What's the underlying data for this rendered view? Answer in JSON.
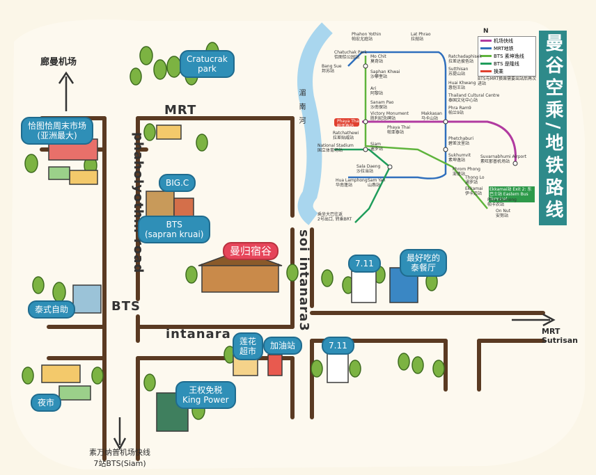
{
  "side_title": "曼谷空乘/地铁路线",
  "labels": {
    "airport_top": "廊曼机场",
    "mrt": "MRT",
    "bts": "BTS",
    "road_vertical": "phaholyothin road",
    "road_horizontal": "intanara",
    "soi": "soi intanara3",
    "mrt_sutrisan": "MRT\nSutrisan",
    "airport_bottom": "素万纳普机场快线\n7站BTS(Siam)"
  },
  "bubbles": {
    "chatuchak": "Cratucrak\npark",
    "weekend_market": "恰图恰周末市场\n(亚洲最大)",
    "bigc": "BIG.C",
    "bts_saphan": "BTS\n(sapran kruai)",
    "hostel": "曼归宿谷",
    "thai_buffet": "泰式自助",
    "night_market": "夜市",
    "seven_a": "7.11",
    "seven_b": "7.11",
    "best_food": "最好吃的\n泰餐厅",
    "lotus": "莲花\n超市",
    "gas": "加油站",
    "kingpower": "王权免税\nKing Power"
  },
  "metro": {
    "legend": [
      "机场快线",
      "MRT地铁",
      "BTS 素坤逸线",
      "BTS 是隆线",
      "换乘"
    ],
    "legend_colors": [
      "#b13aa0",
      "#2f6fbd",
      "#5fb43c",
      "#1f9d5b",
      "#e0402f"
    ],
    "river": "湄南河",
    "stations_left": [
      "Phahon Yothin\n帕宏尤庭站",
      "Lat Phrao\n拉抛站",
      "Chatuchak Park\n恰图恰公园站",
      "Mo Chit\n莫奇站",
      "Bang Sue\n邦苏站",
      "Saphan Khwai\n沙攀奎站",
      "Ari\n阿黎站",
      "Sanam Pao\n沙南保站",
      "Victory Monument\n胜利纪念碑站",
      "Phaya Thai\n帕亚泰站",
      "Ratchathewi\n拉差贴威站",
      "Siam\n暹罗站",
      "National Stadium\n国立体育场站",
      "Sala Daeng\n沙拉当站",
      "Hua Lamphong\n华南蓬站",
      "Sam Yan\n山燕站"
    ],
    "stations_right": [
      "Ratchadaphisek\n拉差达披色站",
      "Sutthisan\n苏提山站",
      "Huai Khwang\n惠恺王站",
      "Thailand Cultural Centre\n泰国文化中心站",
      "Phra Ram9\n帕兰9站",
      "Phetchaburi\n碧差汶里站",
      "Sukhumvit\n素坤逸站",
      "Phrom Phong\n澎蓬站",
      "Thong Lo\n通罗站",
      "Ekkamai\n伊卡迈站",
      "Phra Khanong\n帕卡农站",
      "On Nut\n安努站",
      "Suvarnabhumi Airport\n素旺那普机场站",
      "Makkasan\n马卡山站"
    ],
    "note_top": "BTS与MRT换乘需要出站后再次进站",
    "note_green": "Ekkamai站 Exit 2: 东巴士站 Eastern Bus Terminal",
    "phaya_thai_tag": "Phaya Thai\n帕亚泰站",
    "bottom_note": "乘坐大巴往返\n2号出口, 转乘BRT",
    "north": "N"
  }
}
